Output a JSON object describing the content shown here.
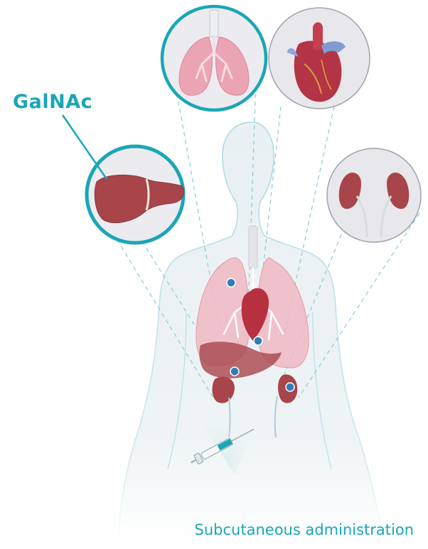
{
  "labels": {
    "galnac": "GalNAc",
    "caption": "Subcutaneous administration"
  },
  "colors": {
    "accent": "#1aa6b7",
    "organ_red": "#a8454b",
    "lung_pink": "#f1b9c3",
    "body_fill": "#e9f0f3",
    "body_outline": "#9fd6de",
    "circle_bg": "#e8e8ec",
    "marker": "#2e7fb8"
  },
  "organ_insets": [
    "lungs",
    "heart",
    "liver",
    "kidneys"
  ],
  "highlighted_inset": "liver"
}
